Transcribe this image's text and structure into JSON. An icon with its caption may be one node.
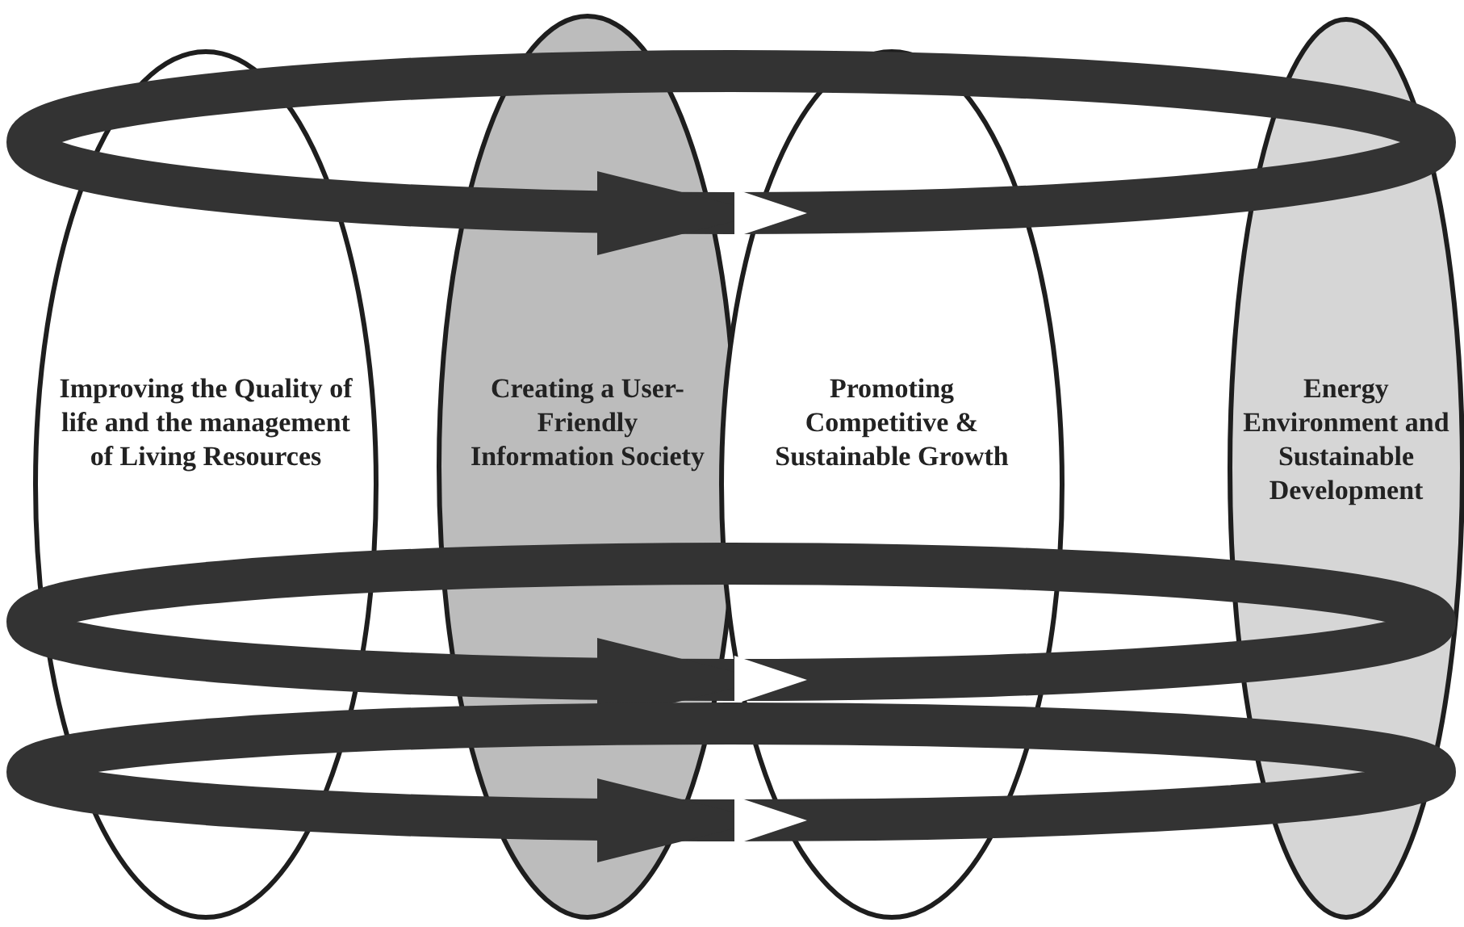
{
  "diagram": {
    "nodes": [
      {
        "text": [
          "Improving the Quality of life and the management of Living Resources"
        ]
      },
      {
        "text": [
          "Creating a User-Friendly Information Society"
        ]
      },
      {
        "text": [
          "Promoting Competitive & Sustainable Growth"
        ]
      },
      {
        "text": [
          "Energy Environment and Sustainable Development"
        ]
      }
    ]
  }
}
